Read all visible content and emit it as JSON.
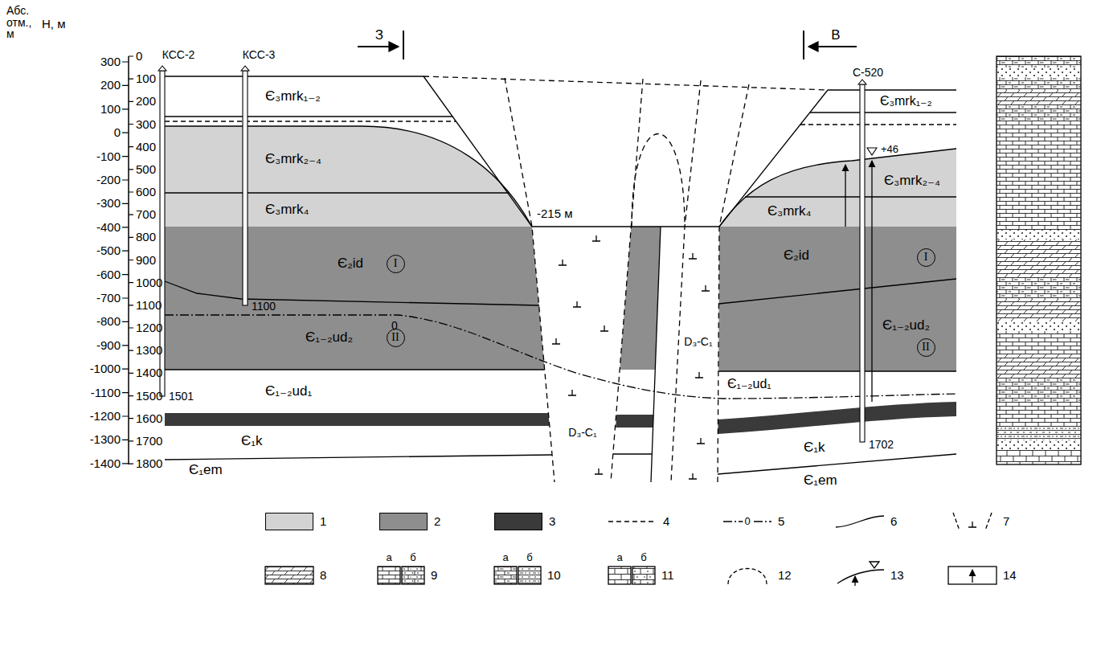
{
  "diagram": {
    "nodes": [
      {
        "text": [
          "I"
        ]
      },
      {
        "text": [
          "I"
        ]
      },
      {
        "text": [
          "II"
        ]
      },
      {
        "text": [
          "II"
        ]
      }
    ],
    "labels": [
      "Абс. отм., м",
      "H, м",
      "300",
      "200",
      "100",
      "0",
      "-100",
      "-200",
      "-300",
      "-400",
      "-500",
      "-600",
      "-700",
      "-800",
      "-900",
      "-1000",
      "-1100",
      "-1200",
      "-1300",
      "-1400",
      "0",
      "100",
      "200",
      "300",
      "400",
      "500",
      "600",
      "700",
      "800",
      "900",
      "1000",
      "1100",
      "1200",
      "1300",
      "1400",
      "1500",
      "1600",
      "1700",
      "1800",
      "З",
      "В",
      "КСС-2",
      "КСС-3",
      "С-520",
      "1501",
      "1100",
      "1702",
      "+46",
      "-215 м",
      "0",
      "Є₃mrk₁₋₂",
      "Є₃mrk₂₋₄",
      "Є₃mrk₄",
      "Є₂id",
      "Є₁₋₂ud₂",
      "Є₁₋₂ud₁",
      "Є₁k",
      "Є₁em",
      "Є₃mrk₁₋₂",
      "Є₃mrk₂₋₄",
      "Є₃mrk₄",
      "Є₂id",
      "Є₁₋₂ud₂",
      "Є₁₋₂ud₁",
      "Є₁k",
      "Є₁em",
      "D₃-C₁",
      "D₃-C₁",
      "а",
      "б",
      "а",
      "б",
      "а",
      "б",
      "0"
    ],
    "legend": [
      {
        "text": "1",
        "color": "#d3d3d3"
      },
      {
        "text": "2",
        "color": "#8e8e8e"
      },
      {
        "text": "3",
        "color": "#3a3a3a"
      },
      {
        "text": "4"
      },
      {
        "text": "5"
      },
      {
        "text": "6"
      },
      {
        "text": "7"
      },
      {
        "text": "8"
      },
      {
        "text": "9"
      },
      {
        "text": "10"
      },
      {
        "text": "11"
      },
      {
        "text": "12"
      },
      {
        "text": "13"
      },
      {
        "text": "14"
      }
    ]
  }
}
